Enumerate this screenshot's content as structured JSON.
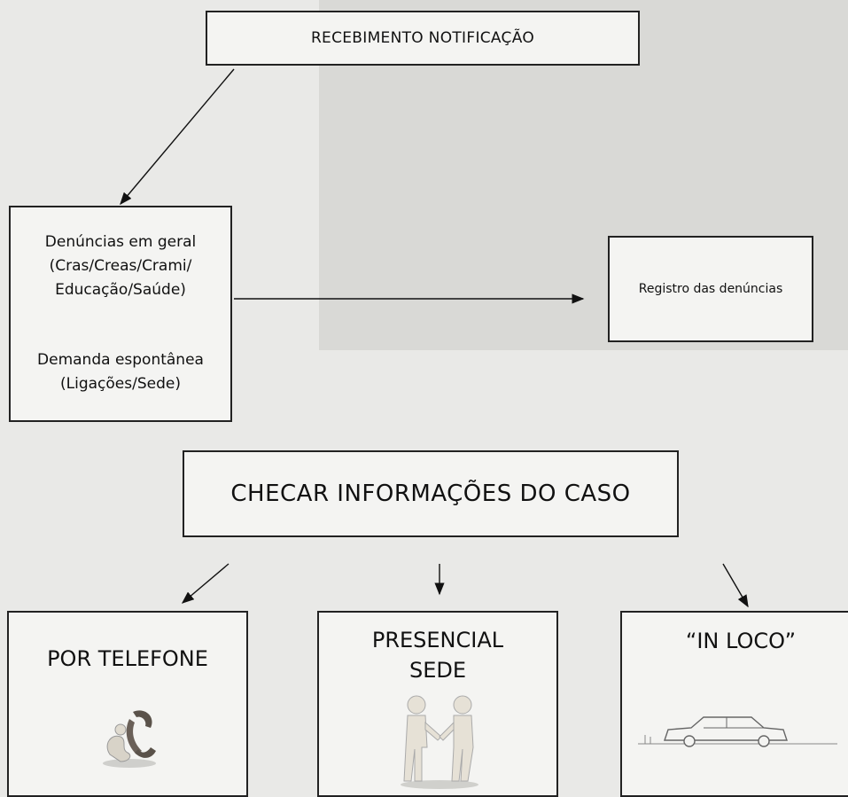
{
  "nodes": {
    "top": "RECEBIMENTO NOTIFICAÇÃO",
    "left": {
      "line1": "Denúncias em geral",
      "line2": "(Cras/Creas/Crami/",
      "line3": "Educação/Saúde)",
      "line4": "Demanda espontânea",
      "line5": "(Ligações/Sede)"
    },
    "right": "Registro das denúncias",
    "middle": "CHECAR INFORMAÇÕES DO CASO",
    "phone": "POR TELEFONE",
    "sede": {
      "line1": "PRESENCIAL",
      "line2": "SEDE"
    },
    "loco": "“IN LOCO”"
  },
  "icons": [
    "telephone-figure-icon",
    "handshake-figures-icon",
    "car-icon"
  ],
  "colors": {
    "background": "#e9e9e7",
    "box_fill": "#f4f4f2",
    "stroke": "#222222"
  }
}
